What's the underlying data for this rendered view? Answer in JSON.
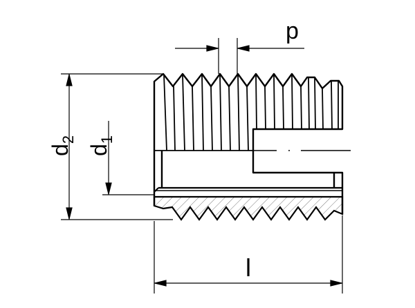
{
  "labels": {
    "pitch": "p",
    "d2": "d",
    "d2_sub": "2",
    "d1": "d",
    "d1_sub": "1",
    "length": "l"
  },
  "colors": {
    "line": "#000000",
    "background": "#ffffff"
  }
}
